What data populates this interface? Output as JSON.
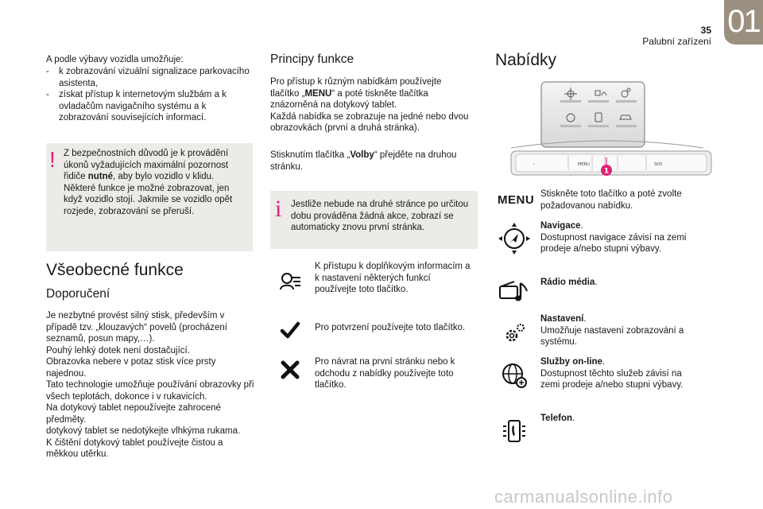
{
  "header": {
    "chapter": "01",
    "page_number": "35",
    "section": "Palubní zařízení"
  },
  "col1": {
    "intro": "A podle výbavy vozidla umožňuje:",
    "bullets": [
      "k zobrazování vizuální signalizace parkovacího asistenta,",
      "získat přístup k internetovým službám a k ovladačům navigačního systému a k zobrazování souvisejících informací."
    ],
    "warning": {
      "mark": "!",
      "line1": "Z bezpečnostních důvodů je k provádění úkonů vyžadujících maximální pozornost řidiče ",
      "bold": "nutné",
      "line2": ", aby bylo vozidlo v klidu.",
      "p2": "Některé funkce je možné zobrazovat, jen když vozidlo stojí. Jakmile se vozidlo opět rozjede, zobrazování se přeruší."
    },
    "title": "Všeobecné funkce",
    "subtitle": "Doporučení",
    "paragraphs": [
      "Je nezbytné provést silný stisk, především v případě tzv. „klouzavých“ povelů (procházení seznamů, posun mapy,…).",
      "Pouhý lehký dotek není dostačující.",
      "Obrazovka nebere v potaz stisk více prsty najednou.",
      "Tato technologie umožňuje používání obrazovky při všech teplotách, dokonce i v rukavicích.",
      "Na dotykový tablet nepoužívejte zahrocené předměty.",
      "dotykový tablet se nedotýkejte vlhkýma rukama.",
      "K čištění dotykový tablet používejte čistou a měkkou utěrku."
    ]
  },
  "col2": {
    "title": "Principy funkce",
    "p1_a": "Pro přístup k různým nabídkám používejte tlačítko „",
    "p1_bold": "MENU",
    "p1_b": "“ a poté tiskněte tlačítka znázorněná na dotykový tablet.",
    "p2": "Každá nabídka se zobrazuje na jedné nebo dvou obrazovkách (první a druhá stránka).",
    "p3_a": "Stisknutím tlačítka „",
    "p3_bold": "Volby",
    "p3_b": "“ přejděte na druhou stránku.",
    "info": {
      "mark": "i",
      "text": "Jestliže nebude na druhé stránce po určitou dobu prováděna žádná akce, zobrazí se automaticky znovu první stránka."
    },
    "items": [
      {
        "icon": "options-icon",
        "text": "K přístupu k doplňkovým informacím a k nastavení některých funkcí používejte toto tlačítko."
      },
      {
        "icon": "check-icon",
        "text": "Pro potvrzení používejte toto tlačítko."
      },
      {
        "icon": "cross-icon",
        "text": "Pro návrat na první stránku nebo k odchodu z nabídky používejte toto tlačítko."
      }
    ]
  },
  "col3": {
    "title": "Nabídky",
    "panel": {
      "button_labels": [
        "MENU",
        "SOS"
      ],
      "callout": "1"
    },
    "menu_icon_label": "MENU",
    "items": [
      {
        "icon": "menu-button-icon",
        "bold": "",
        "text": "Stiskněte toto tlačítko a poté zvolte požadovanou nabídku."
      },
      {
        "icon": "navigation-icon",
        "bold": "Navigace",
        "text": "Dostupnost navigace závisí na zemi prodeje a/nebo stupni výbavy."
      },
      {
        "icon": "radio-media-icon",
        "bold": "Rádio média",
        "text": ""
      },
      {
        "icon": "settings-icon",
        "bold": "Nastavení",
        "text": "Umožňuje nastavení zobrazování a systému."
      },
      {
        "icon": "online-services-icon",
        "bold": "Služby on-line",
        "text": "Dostupnost těchto služeb závisí na zemi prodeje a/nebo stupni výbavy."
      },
      {
        "icon": "phone-icon",
        "bold": "Telefon",
        "text": ""
      }
    ]
  },
  "watermark": "carmanualsonline.info"
}
